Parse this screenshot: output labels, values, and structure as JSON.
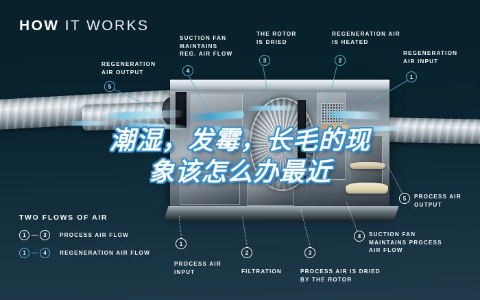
{
  "page": {
    "title": "HOW IT WORKS",
    "title_bold_part": "HOW",
    "title_light_part": " IT WORKS",
    "background_top_color": "#072029",
    "background_bottom_color": "#203a4b",
    "accent_teal": "#4fb6d6",
    "airflow_blue": "#7ecae7",
    "text_color": "#f2f7fa",
    "outline_blue": "#2e8fd0"
  },
  "overlay": {
    "line1": "潮湿，发霉，长毛的现",
    "line2": "象该怎么办最近"
  },
  "callouts": {
    "regeneration_air_output": {
      "label": "REGENERATION\nAIR OUTPUT",
      "marker": "5",
      "marker_style": "teal"
    },
    "suction_fan_reg": {
      "label": "SUCTION FAN\nMAINTAINS\nREG. AIR FLOW",
      "marker": "4",
      "marker_style": "teal"
    },
    "rotor_is_dried": {
      "label": "THE ROTOR\nIS DRIED",
      "marker": "3",
      "marker_style": "teal"
    },
    "regeneration_air_heated": {
      "label": "REGENERATION AIR\nIS HEATED",
      "marker": "2",
      "marker_style": "teal"
    },
    "regeneration_air_input": {
      "label": "REGENERATION\nAIR INPUT",
      "marker": "1",
      "marker_style": "teal"
    },
    "process_air_output": {
      "label": "PROCESS AIR\nOUTPUT",
      "marker": "5",
      "marker_style": "white"
    },
    "suction_fan_process": {
      "label": "SUCTION FAN\nMAINTAINS PROCESS\nAIR FLOW",
      "marker": "4",
      "marker_style": "white"
    },
    "process_air_input": {
      "label": "PROCESS AIR\nINPUT",
      "marker": "1",
      "marker_style": "white"
    },
    "filtration": {
      "label": "FILTRATION",
      "marker": "2",
      "marker_style": "white"
    },
    "process_air_dried": {
      "label": "PROCESS AIR IS DRIED\nBY THE ROTOR",
      "marker": "3",
      "marker_style": "white"
    }
  },
  "legend": {
    "title": "TWO FLOWS OF AIR",
    "rows": [
      {
        "from": "1",
        "to": "3",
        "label": "PROCESS AIR FLOW",
        "style": "white"
      },
      {
        "from": "1",
        "to": "4",
        "label": "REGENERATION AIR FLOW",
        "style": "teal"
      }
    ]
  }
}
